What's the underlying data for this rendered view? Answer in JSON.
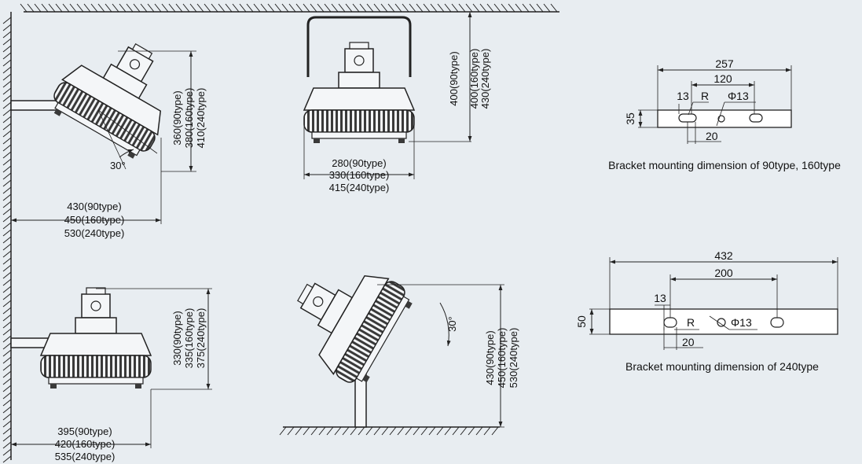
{
  "colors": {
    "background": "#e8edf1",
    "line": "#222222",
    "fill_light": "#f4f6f8",
    "fill_dark": "#3a3a3a"
  },
  "views": {
    "ceiling": {
      "dims": [
        "400(90type)",
        "400(160type)",
        "430(240type)"
      ],
      "widths": [
        "280(90type)",
        "330(160type)",
        "415(240type)"
      ]
    },
    "wall_tilted": {
      "heights": [
        "360(90type)",
        "380(160type)",
        "410(240type)"
      ],
      "widths": [
        "430(90type)",
        "450(160type)",
        "530(240type)"
      ],
      "angle": "30°"
    },
    "wall_level": {
      "heights": [
        "330(90type)",
        "335(160type)",
        "375(240type)"
      ],
      "widths": [
        "395(90type)",
        "420(160type)",
        "535(240type)"
      ]
    },
    "pole": {
      "heights": [
        "430(90type)",
        "450(160type)",
        "530(240type)"
      ],
      "angle": "30°"
    }
  },
  "bracket_small": {
    "caption": "Bracket mounting dimension of 90type, 160type",
    "total": "257",
    "spacing": "120",
    "height": "35",
    "slot": "13",
    "radius": "R",
    "hole": "Φ13",
    "offset": "20"
  },
  "bracket_large": {
    "caption": "Bracket mounting dimension of 240type",
    "total": "432",
    "spacing": "200",
    "height": "50",
    "slot": "13",
    "radius": "R",
    "hole": "Φ13",
    "offset": "20"
  }
}
